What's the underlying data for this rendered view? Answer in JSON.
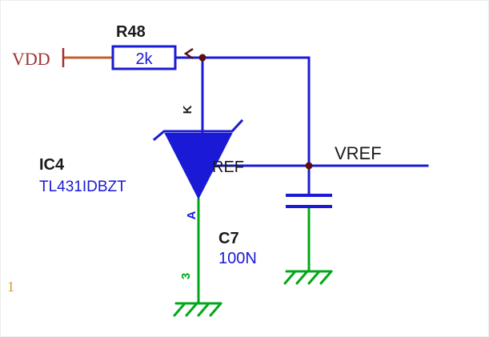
{
  "schematic": {
    "power_net": "VDD",
    "resistor_ref": "R48",
    "resistor_value": "2k",
    "ic_ref": "IC4",
    "ic_part": "TL431IDBZT",
    "pin_cathode": "K",
    "pin_anode": "A",
    "pin_ref": "REF",
    "pin_number": "3",
    "cap_ref": "C7",
    "cap_value": "100N",
    "output_net": "VREF",
    "sheet_number": "1"
  },
  "colors": {
    "wire_blue": "#1a1ad6",
    "wire_green": "#00a819",
    "wire_orange": "#c06030",
    "vdd_red": "#a03030",
    "label_dark": "#1a1a1a",
    "label_blue": "#1a1ad6",
    "sheet_orange": "#d8922a",
    "junction": "#5a1010"
  }
}
